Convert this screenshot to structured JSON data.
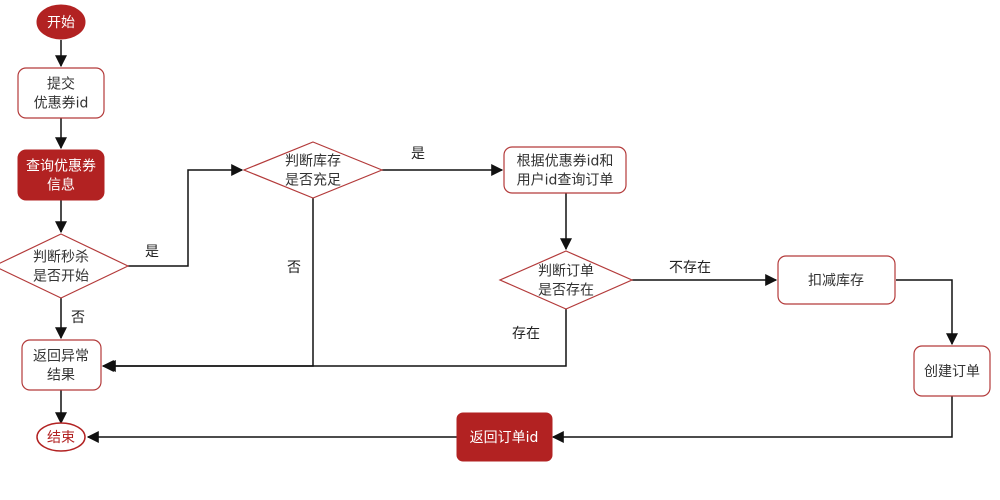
{
  "colors": {
    "accent": "#b22222",
    "stroke": "#b33a3a",
    "text_dark": "#333333",
    "text_light": "#ffffff",
    "line": "#111111"
  },
  "nodes": {
    "start": [
      "开始"
    ],
    "submit_coupon": [
      "提交",
      "优惠券id"
    ],
    "query_coupon": [
      "查询优惠券",
      "信息"
    ],
    "check_time": [
      "判断秒杀",
      "是否开始"
    ],
    "return_error": [
      "返回异常",
      "结果"
    ],
    "end": [
      "结束"
    ],
    "check_stock": [
      "判断库存",
      "是否充足"
    ],
    "query_order": [
      "根据优惠券id和",
      "用户id查询订单"
    ],
    "check_order": [
      "判断订单",
      "是否存在"
    ],
    "deduct_stock": [
      "扣减库存"
    ],
    "create_order": [
      "创建订单"
    ],
    "return_order_id": [
      "返回订单id"
    ]
  },
  "edge_labels": {
    "time_yes": "是",
    "time_no": "否",
    "stock_yes": "是",
    "stock_no": "否",
    "order_not_exist": "不存在",
    "order_exist": "存在"
  }
}
